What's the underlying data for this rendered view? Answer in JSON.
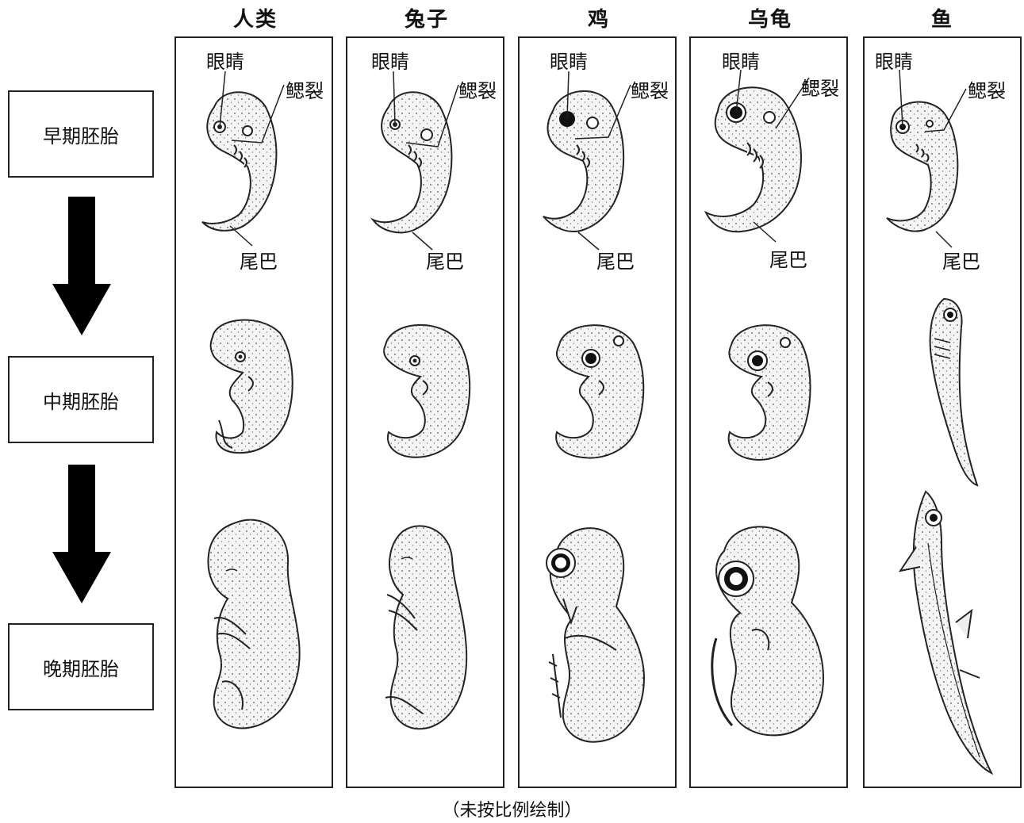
{
  "columns": [
    {
      "title": "人类",
      "labels": {
        "eye": "眼睛",
        "gill": "鳃裂",
        "tail": "尾巴"
      }
    },
    {
      "title": "兔子",
      "labels": {
        "eye": "眼睛",
        "gill": "鳃裂",
        "tail": "尾巴"
      }
    },
    {
      "title": "鸡",
      "labels": {
        "eye": "眼睛",
        "gill": "鳃裂",
        "tail": "尾巴"
      }
    },
    {
      "title": "乌龟",
      "labels": {
        "eye": "眼睛",
        "gill": "鳃裂",
        "tail": "尾巴"
      }
    },
    {
      "title": "鱼",
      "labels": {
        "eye": "眼睛",
        "gill": "鳃裂",
        "tail": "尾巴"
      }
    }
  ],
  "stages": [
    {
      "label": "早期胚胎"
    },
    {
      "label": "中期胚胎"
    },
    {
      "label": "晚期胚胎"
    }
  ],
  "footnote": "（未按比例绘制）",
  "colors": {
    "line": "#222222",
    "arrow": "#000000",
    "fill": "#f4f4f4"
  }
}
